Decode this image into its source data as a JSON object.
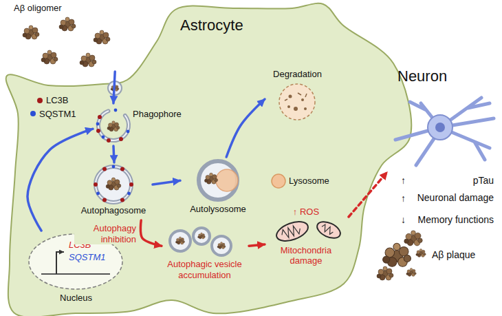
{
  "diagram": {
    "nodes": [
      {
        "text": [
          "Astrocyte"
        ]
      },
      {
        "text": [
          "Aβ oligomer"
        ]
      },
      {
        "text": [
          "Phagophore"
        ],
        "in": 0
      },
      {
        "text": [
          "Autophagosome"
        ],
        "in": 0
      },
      {
        "text": [
          "Autolysosome"
        ],
        "in": 0
      },
      {
        "text": [
          "Degradation"
        ],
        "in": 0
      },
      {
        "text": [
          "Lysosome"
        ],
        "in": 0
      },
      {
        "text": [
          "Autophagic vesicle accumulation"
        ],
        "in": 0
      },
      {
        "text": [
          "↑ ROS",
          "Mitochondria damage"
        ],
        "in": 0
      },
      {
        "text": [
          "LC3B",
          "SQSTM1",
          "Nucleus"
        ],
        "in": 0
      },
      {
        "text": [
          "Neuron"
        ]
      },
      {
        "text": [
          "Aβ plaque"
        ]
      }
    ],
    "edges": [
      {
        "from": 1,
        "to": 2,
        "arrow": "to"
      },
      {
        "from": 9,
        "to": 2,
        "arrow": "to"
      },
      {
        "from": 2,
        "to": 3,
        "arrow": "to"
      },
      {
        "from": 3,
        "to": 4,
        "arrow": "to"
      },
      {
        "from": 4,
        "to": 5,
        "arrow": "to"
      },
      {
        "from": 3,
        "to": 7,
        "label": "Autophagy inhibition",
        "arrow": "to"
      },
      {
        "from": 7,
        "to": 8,
        "arrow": "to"
      },
      {
        "from": 8,
        "to": 10,
        "arrow": "to"
      }
    ],
    "labels": [
      "↑",
      "pTau",
      "↑",
      "Neuronal damage",
      "↓",
      "Memory functions"
    ],
    "legend": [
      {
        "text": "LC3B",
        "color": "#a31a1a"
      },
      {
        "text": "SQSTM1",
        "color": "#2c4fd6"
      }
    ]
  }
}
